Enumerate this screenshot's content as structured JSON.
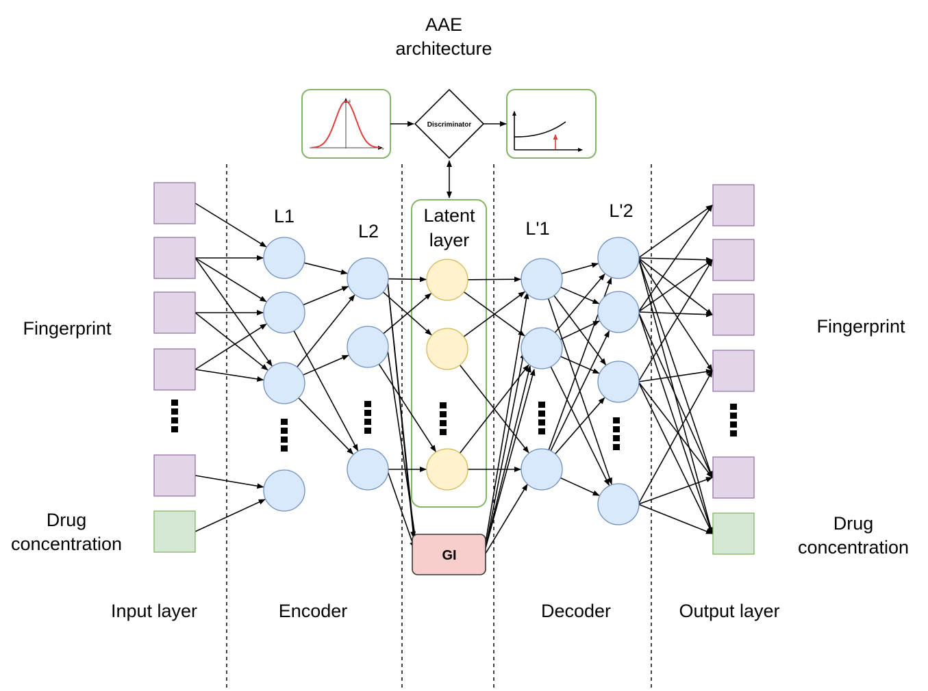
{
  "title": [
    "AAE",
    "architecture"
  ],
  "discriminator_label": "Discriminator",
  "latent_layer_label": [
    "Latent",
    "layer"
  ],
  "gi_label": "GI",
  "layer_labels": {
    "l1": "L1",
    "l2": "L2",
    "l1p": "L'1",
    "l2p": "L'2"
  },
  "left_labels": {
    "fingerprint": "Fingerprint",
    "drug": [
      "Drug",
      "concentration"
    ]
  },
  "right_labels": {
    "fingerprint": "Fingerprint",
    "drug": [
      "Drug",
      "concentration"
    ]
  },
  "section_labels": {
    "input": "Input layer",
    "encoder": "Encoder",
    "decoder": "Decoder",
    "output": "Output layer"
  },
  "colors": {
    "fingerprint_fill": "#e1d5e7",
    "fingerprint_stroke": "#9673a6",
    "drug_fill": "#d5e8d4",
    "drug_stroke": "#82b366",
    "node_fill": "#dae8fc",
    "node_stroke": "#6c8ebf",
    "latent_fill": "#fff2cc",
    "latent_stroke": "#d6b656",
    "gi_fill": "#f8cecc",
    "gi_stroke": "#b85450",
    "frame_stroke": "#82b366",
    "gaussian": "#e03c3c"
  }
}
